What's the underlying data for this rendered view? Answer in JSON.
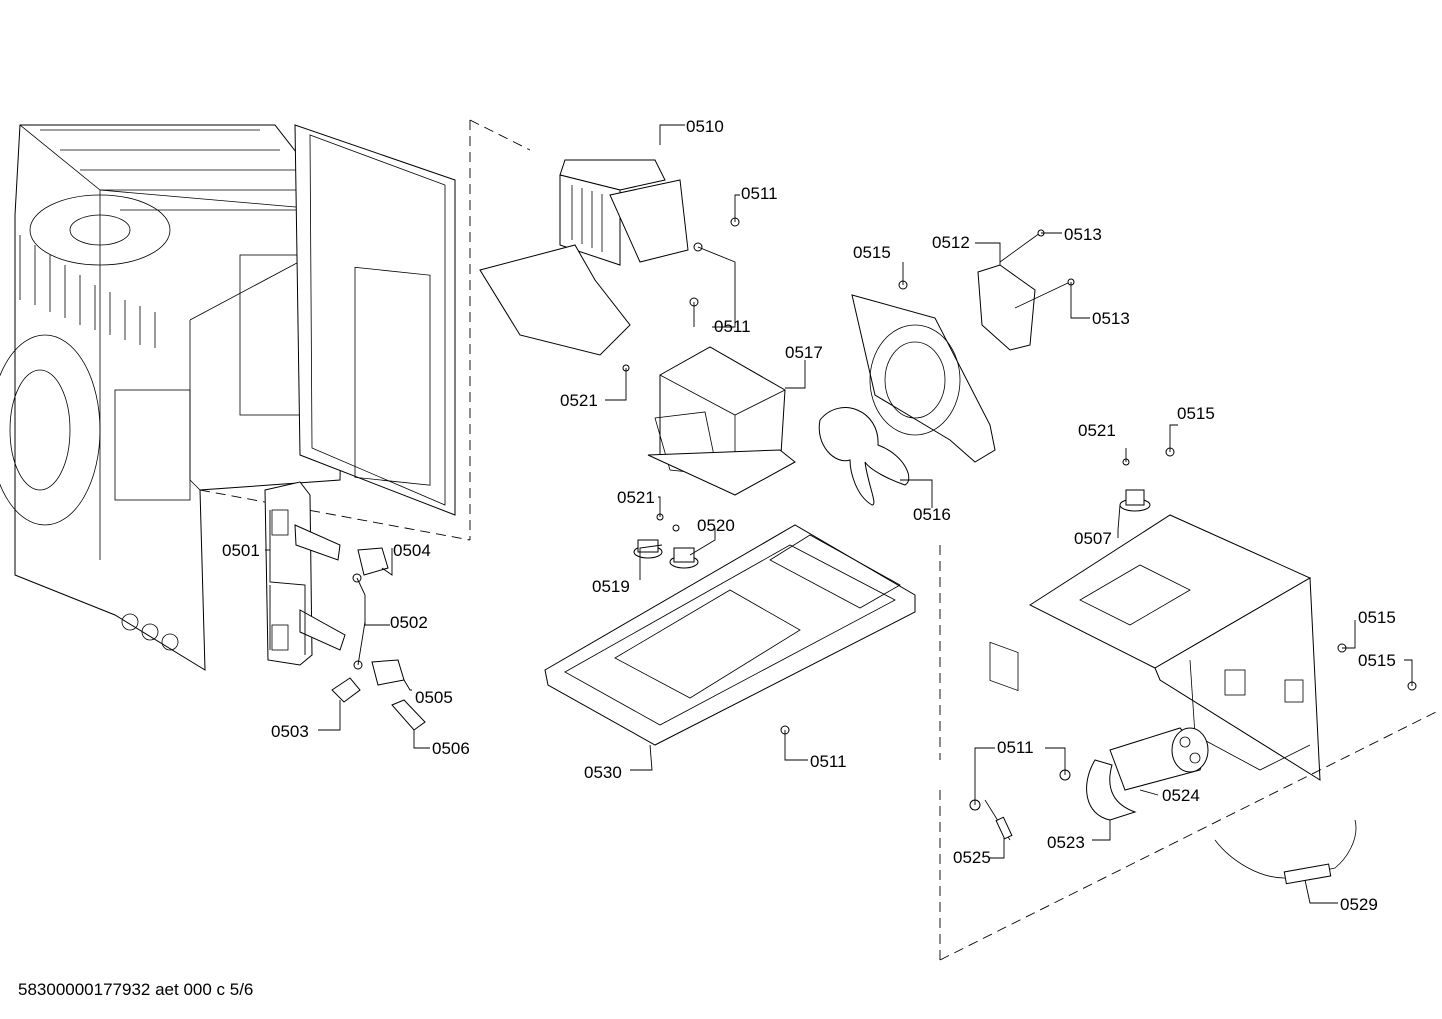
{
  "diagram": {
    "footer_code": "58300000177932 aet 000 c 5/6",
    "labels": {
      "p0501": "0501",
      "p0502": "0502",
      "p0503": "0503",
      "p0504": "0504",
      "p0505": "0505",
      "p0506": "0506",
      "p0507": "0507",
      "p0510": "0510",
      "p0511": "0511",
      "p0512": "0512",
      "p0513": "0513",
      "p0515": "0515",
      "p0516": "0516",
      "p0517": "0517",
      "p0519": "0519",
      "p0520": "0520",
      "p0521": "0521",
      "p0523": "0523",
      "p0524": "0524",
      "p0525": "0525",
      "p0529": "0529",
      "p0530": "0530"
    }
  }
}
